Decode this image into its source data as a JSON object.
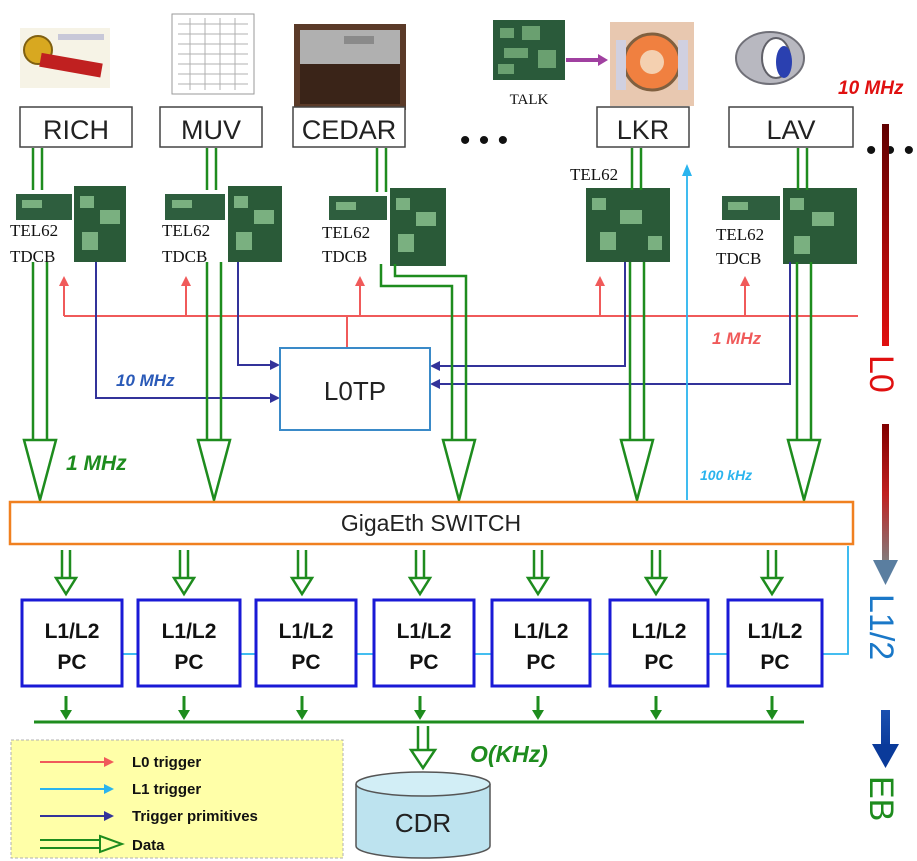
{
  "detectors": [
    {
      "label": "RICH"
    },
    {
      "label": "MUV"
    },
    {
      "label": "CEDAR"
    },
    {
      "label": "LKR"
    },
    {
      "label": "LAV"
    }
  ],
  "ellipsis": "• • •",
  "ellipsis_right": "• • •",
  "talk_label": "TALK",
  "readout_boards": [
    {
      "line1": "TEL62",
      "line2": "TDCB"
    },
    {
      "line1": "TEL62",
      "line2": "TDCB"
    },
    {
      "line1": "TEL62",
      "line2": "TDCB"
    },
    {
      "line1": "TEL62",
      "line2": ""
    },
    {
      "line1": "TEL62",
      "line2": "TDCB"
    }
  ],
  "l0tp_label": "L0TP",
  "switch_label": "GigaEth SWITCH",
  "pc_nodes": [
    {
      "line1": "L1/L2",
      "line2": "PC"
    },
    {
      "line1": "L1/L2",
      "line2": "PC"
    },
    {
      "line1": "L1/L2",
      "line2": "PC"
    },
    {
      "line1": "L1/L2",
      "line2": "PC"
    },
    {
      "line1": "L1/L2",
      "line2": "PC"
    },
    {
      "line1": "L1/L2",
      "line2": "PC"
    },
    {
      "line1": "L1/L2",
      "line2": "PC"
    }
  ],
  "cdr_label": "CDR",
  "rates": {
    "top": "10 MHz",
    "l0_out": "1 MHz",
    "primitives": "10 MHz",
    "data": "1 MHz",
    "l1": "100 kHz",
    "output": "O(KHz)"
  },
  "stages": {
    "l0": "L0",
    "l12": "L1/2",
    "eb": "EB"
  },
  "legend": [
    {
      "label": "L0 trigger",
      "color": "#f05a5a"
    },
    {
      "label": "L1 trigger",
      "color": "#2ab4ee"
    },
    {
      "label": "Trigger primitives",
      "color": "#33339a"
    },
    {
      "label": "Data",
      "color": "#1e8c1e"
    }
  ],
  "colors": {
    "l0_trigger": "#f05a5a",
    "l1_trigger": "#2ab4ee",
    "primitives": "#33339a",
    "data": "#1e8c1e",
    "switch_border": "#f08020",
    "pc_border": "#1a1ad6",
    "l0tp_border": "#3a8ac8"
  }
}
